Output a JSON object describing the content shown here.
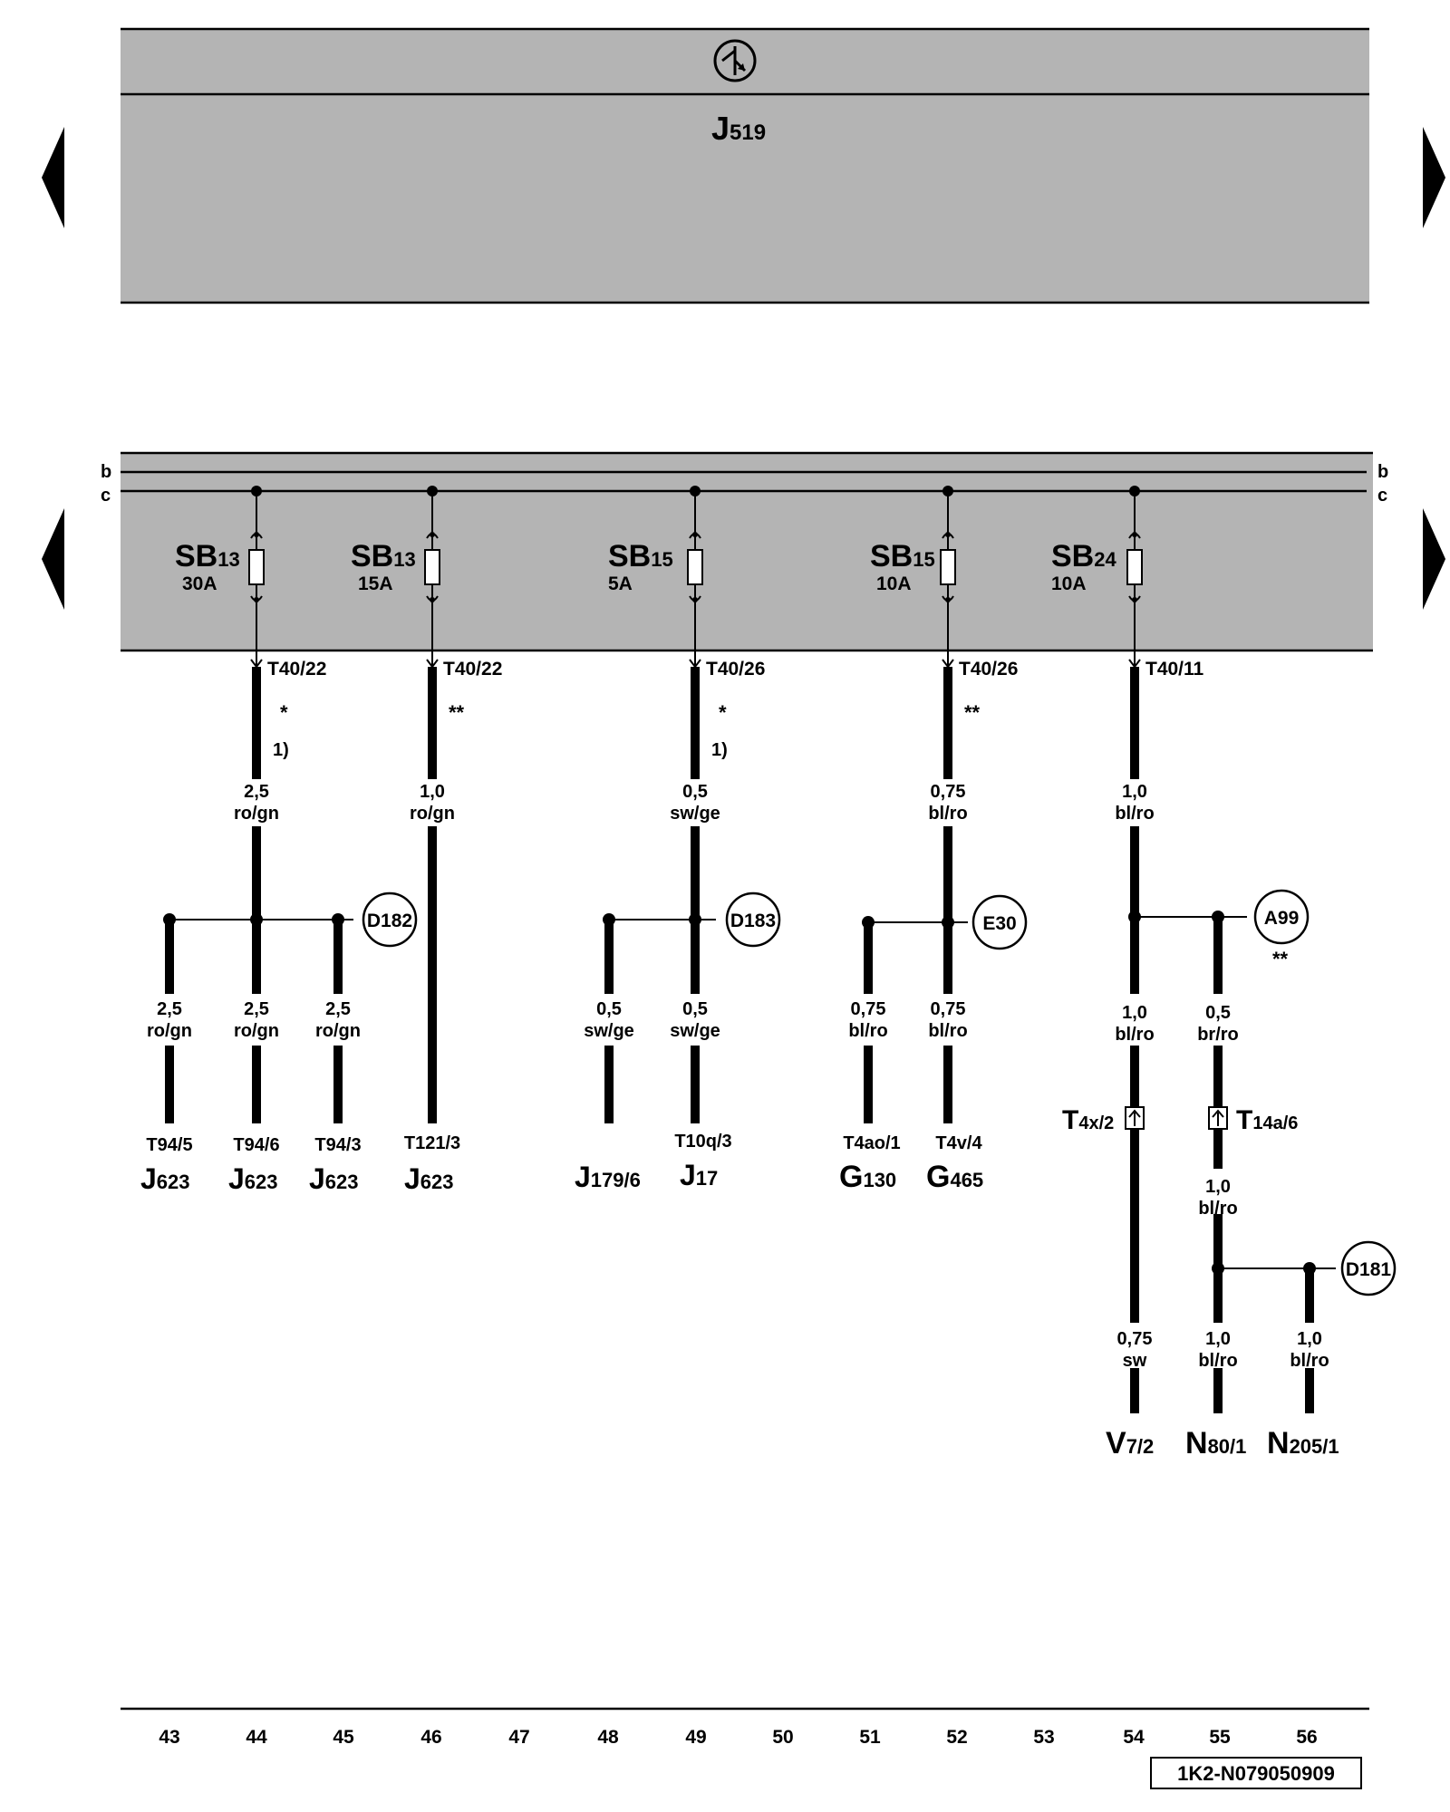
{
  "colors": {
    "panel": "#b4b4b4",
    "wire": "#000000",
    "background": "#ffffff"
  },
  "icons": {
    "top_symbol": "ground-symbol-icon",
    "nav_left": "triangle-left-icon",
    "nav_right": "triangle-right-icon",
    "fuse": "fuse-icon",
    "connector": "connector-arrow-icon"
  },
  "top_panel": {
    "unit_letter": "J",
    "unit_sub": "519"
  },
  "bus_labels": {
    "b": "b",
    "c": "c"
  },
  "fuses": [
    {
      "id": "sb13a",
      "name": "SB",
      "sub": "13",
      "rating": "30A",
      "pin": "T40/22",
      "note": "*",
      "footnote": "1)",
      "size": "2,5",
      "color": "ro/gn"
    },
    {
      "id": "sb13b",
      "name": "SB",
      "sub": "13",
      "rating": "15A",
      "pin": "T40/22",
      "note": "**",
      "size": "1,0",
      "color": "ro/gn"
    },
    {
      "id": "sb15a",
      "name": "SB",
      "sub": "15",
      "rating": "5A",
      "pin": "T40/26",
      "note": "*",
      "footnote": "1)",
      "size": "0,5",
      "color": "sw/ge"
    },
    {
      "id": "sb15b",
      "name": "SB",
      "sub": "15",
      "rating": "10A",
      "pin": "T40/26",
      "note": "**",
      "size": "0,75",
      "color": "bl/ro"
    },
    {
      "id": "sb24",
      "name": "SB",
      "sub": "24",
      "rating": "10A",
      "pin": "T40/11",
      "size": "1,0",
      "color": "bl/ro"
    }
  ],
  "splices": {
    "d182": "D182",
    "d183": "D183",
    "e30": "E30",
    "a99": "A99",
    "a99_note": "**",
    "d181": "D181"
  },
  "branches": [
    {
      "id": "b43",
      "size": "2,5",
      "color": "ro/gn",
      "pin": "T94/5",
      "comp": "J",
      "comp_sub": "623"
    },
    {
      "id": "b44",
      "size": "2,5",
      "color": "ro/gn",
      "pin": "T94/6",
      "comp": "J",
      "comp_sub": "623"
    },
    {
      "id": "b45",
      "size": "2,5",
      "color": "ro/gn",
      "pin": "T94/3",
      "comp": "J",
      "comp_sub": "623"
    },
    {
      "id": "b46",
      "pin": "T121/3",
      "comp": "J",
      "comp_sub": "623"
    },
    {
      "id": "b48",
      "size": "0,5",
      "color": "sw/ge",
      "comp": "J",
      "comp_sub": "179/6"
    },
    {
      "id": "b49",
      "size": "0,5",
      "color": "sw/ge",
      "pin": "T10q/3",
      "comp": "J",
      "comp_sub": "17"
    },
    {
      "id": "b51",
      "size": "0,75",
      "color": "bl/ro",
      "pin": "T4ao/1",
      "comp": "G",
      "comp_sub": "130"
    },
    {
      "id": "b52",
      "size": "0,75",
      "color": "bl/ro",
      "pin": "T4v/4",
      "comp": "G",
      "comp_sub": "465"
    },
    {
      "id": "b54",
      "size": "1,0",
      "color": "bl/ro",
      "conn": "T",
      "conn_sub": "4x/2",
      "size2": "0,75",
      "color2": "sw",
      "comp": "V",
      "comp_sub": "7/2"
    },
    {
      "id": "b55",
      "size": "0,5",
      "color": "br/ro",
      "conn": "T",
      "conn_sub": "14a/6",
      "size2": "1,0",
      "color2": "bl/ro",
      "size3": "1,0",
      "color3": "bl/ro",
      "comp": "N",
      "comp_sub": "80/1"
    },
    {
      "id": "b56",
      "size": "1,0",
      "color": "bl/ro",
      "comp": "N",
      "comp_sub": "205/1"
    }
  ],
  "grid_numbers": [
    "43",
    "44",
    "45",
    "46",
    "47",
    "48",
    "49",
    "50",
    "51",
    "52",
    "53",
    "54",
    "55",
    "56"
  ],
  "doc_id": "1K2-N079050909"
}
